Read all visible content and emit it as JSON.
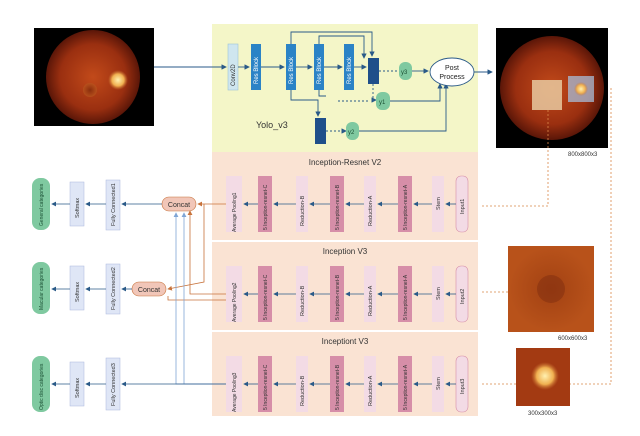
{
  "yolo": {
    "title": "Yolo_v3",
    "conv2d": "Conv2D",
    "res_block": "Res Block",
    "y1": "y1",
    "y2": "y2",
    "y3": "y3",
    "post_process": [
      "Post",
      "Process"
    ]
  },
  "sections": [
    {
      "title": "Inception-Resnet V2",
      "input": "Input1",
      "pooling": "Average Pooling1"
    },
    {
      "title": "Inception V3",
      "input": "Input2",
      "pooling": "Average Pooling2"
    },
    {
      "title": "Inceptiont V3",
      "input": "Input3",
      "pooling": "Average Pooling3"
    }
  ],
  "stage_labels": {
    "stem": "Stem",
    "inception_a": "5 Inception-resnet-A",
    "reduction_a": "Reduction-A",
    "inception_b": "5 Inception-resnet-B",
    "reduction_b": "Reduction-B",
    "inception_c": "5 Inception-resnet-C"
  },
  "heads": [
    {
      "fc": "Fully Connected1",
      "softmax": "Softmax",
      "output": "General categories"
    },
    {
      "fc": "Fully Connected2",
      "softmax": "Softmax",
      "output": "Macular categories"
    },
    {
      "fc": "Fully Connected3",
      "softmax": "Softmax",
      "output": "Optic disc categories"
    }
  ],
  "concat_label": "Concat",
  "image_sizes": [
    "800x800x3",
    "600x600x3",
    "300x300x3"
  ],
  "colors": {
    "yolo_bg": "#f4f6c8",
    "section_bg": "#fae3d3",
    "res_block": "#2b83c6",
    "output_green": "#7fc9a0",
    "concat_fill": "#f1c6b8",
    "inception_dark": "#d68ea8",
    "light_pink": "#f3dbe5",
    "fc_fill": "#dfe6f6"
  }
}
